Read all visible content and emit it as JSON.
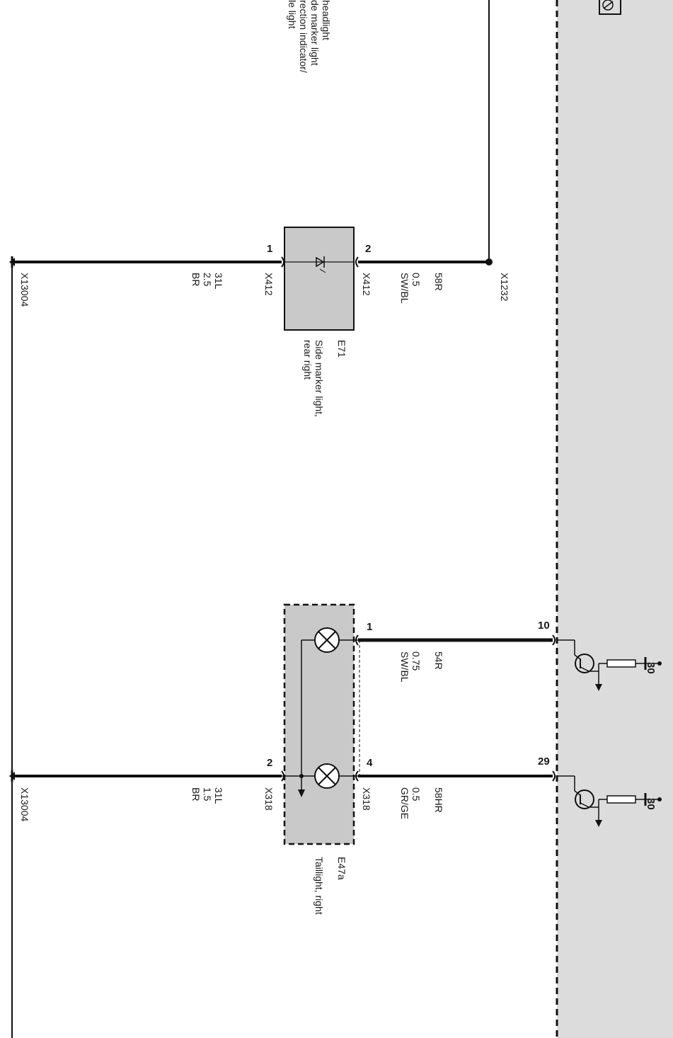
{
  "header_notes": [
    "headlight",
    "de marker light",
    "rection indicator/",
    "le light"
  ],
  "side_marker": {
    "id": "E71",
    "name_line1": "Side marker light,",
    "name_line2": "rear right",
    "pin1": "1",
    "pin2": "2",
    "pin1_connector": "X412",
    "pin1_wire": "31L",
    "pin1_size": "2.5",
    "pin1_color": "BR",
    "pin2_connector": "X412",
    "pin2_wire": "58R",
    "pin2_size": "0.5",
    "pin2_color": "SW/BL",
    "splice": "X1232",
    "ground": "X13004"
  },
  "taillight": {
    "id": "E47a",
    "name": "Taillight, right",
    "pin1": "1",
    "pin1_wire": "54R",
    "pin1_size": "0.75",
    "pin1_color": "SW/BL",
    "pin4": "4",
    "pin4_connector": "X318",
    "pin4_wire": "58HR",
    "pin4_size": "0.5",
    "pin4_color": "GR/GE",
    "pin2": "2",
    "pin2_connector": "X318",
    "pin2_wire": "31L",
    "pin2_size": "1.5",
    "pin2_color": "BR",
    "ground": "X13004"
  },
  "module": {
    "pin_a": "10",
    "pin_b": "29",
    "supply_a": "30",
    "supply_b": "30"
  }
}
